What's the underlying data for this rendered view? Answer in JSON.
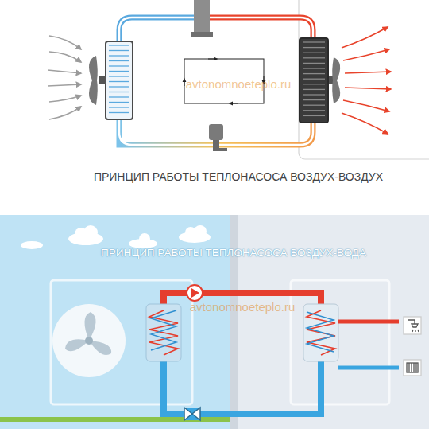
{
  "diagram": {
    "labels": [
      "avtonomnoeteplo.ru",
      "ПРИНЦИП РАБОТЫ ТЕПЛОНАСОСА ВОЗДУХ-ВОЗДУХ",
      "ПРИНЦИП РАБОТЫ ТЕПЛОНАСОСА ВОЗДУХ-ВОДА",
      "avtonomnoeteplo.ru"
    ]
  }
}
